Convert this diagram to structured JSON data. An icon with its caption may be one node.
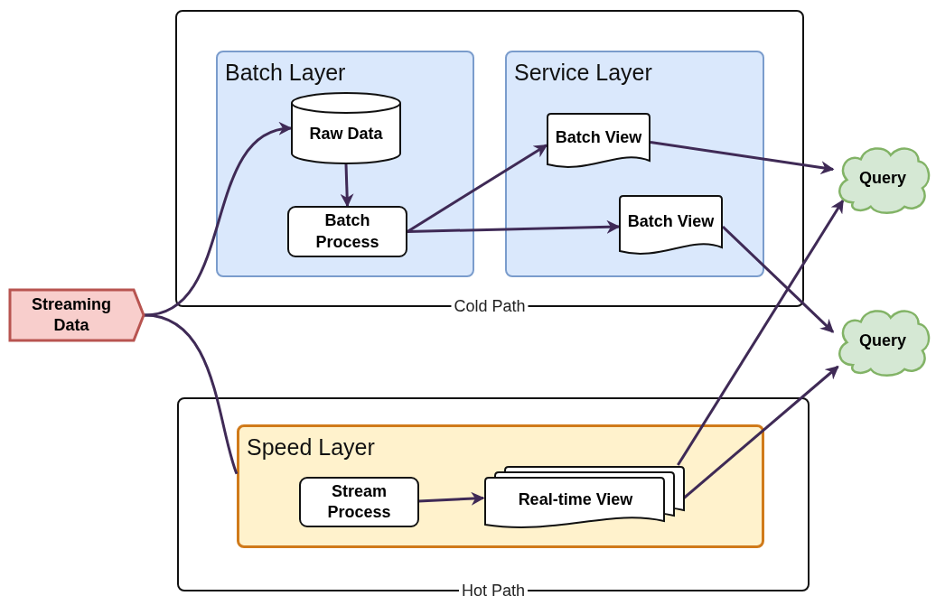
{
  "diagram": {
    "nodes": [
      {
        "text": [
          "Cold Path"
        ]
      },
      {
        "text": [
          "Batch Layer"
        ],
        "in": 0
      },
      {
        "text": [
          "Raw Data"
        ],
        "in": 1
      },
      {
        "text": [
          "Batch Process"
        ],
        "in": 1
      },
      {
        "text": [
          "Service Layer"
        ],
        "in": 0
      },
      {
        "text": [
          "Batch View"
        ],
        "in": 4
      },
      {
        "text": [
          "Batch View"
        ],
        "in": 4
      },
      {
        "text": [
          "Streaming Data"
        ]
      },
      {
        "text": [
          "Query"
        ]
      },
      {
        "text": [
          "Query"
        ]
      },
      {
        "text": [
          "Hot Path"
        ]
      },
      {
        "text": [
          "Speed Layer"
        ],
        "in": 10
      },
      {
        "text": [
          "Stream Process"
        ],
        "in": 11
      },
      {
        "text": [
          "Real-time View"
        ],
        "in": 11
      }
    ],
    "edges": [
      {
        "from": 7,
        "to": 2,
        "arrow": "to"
      },
      {
        "from": 7,
        "to": 11,
        "arrow": "none"
      },
      {
        "from": 2,
        "to": 3,
        "arrow": "to"
      },
      {
        "from": 3,
        "to": 5,
        "arrow": "to"
      },
      {
        "from": 3,
        "to": 6,
        "arrow": "to"
      },
      {
        "from": 5,
        "to": 8,
        "arrow": "to"
      },
      {
        "from": 6,
        "to": 9,
        "arrow": "to"
      },
      {
        "from": 12,
        "to": 13,
        "arrow": "to"
      },
      {
        "from": 13,
        "to": 8,
        "arrow": "to"
      },
      {
        "from": 13,
        "to": 9,
        "arrow": "to"
      }
    ]
  }
}
